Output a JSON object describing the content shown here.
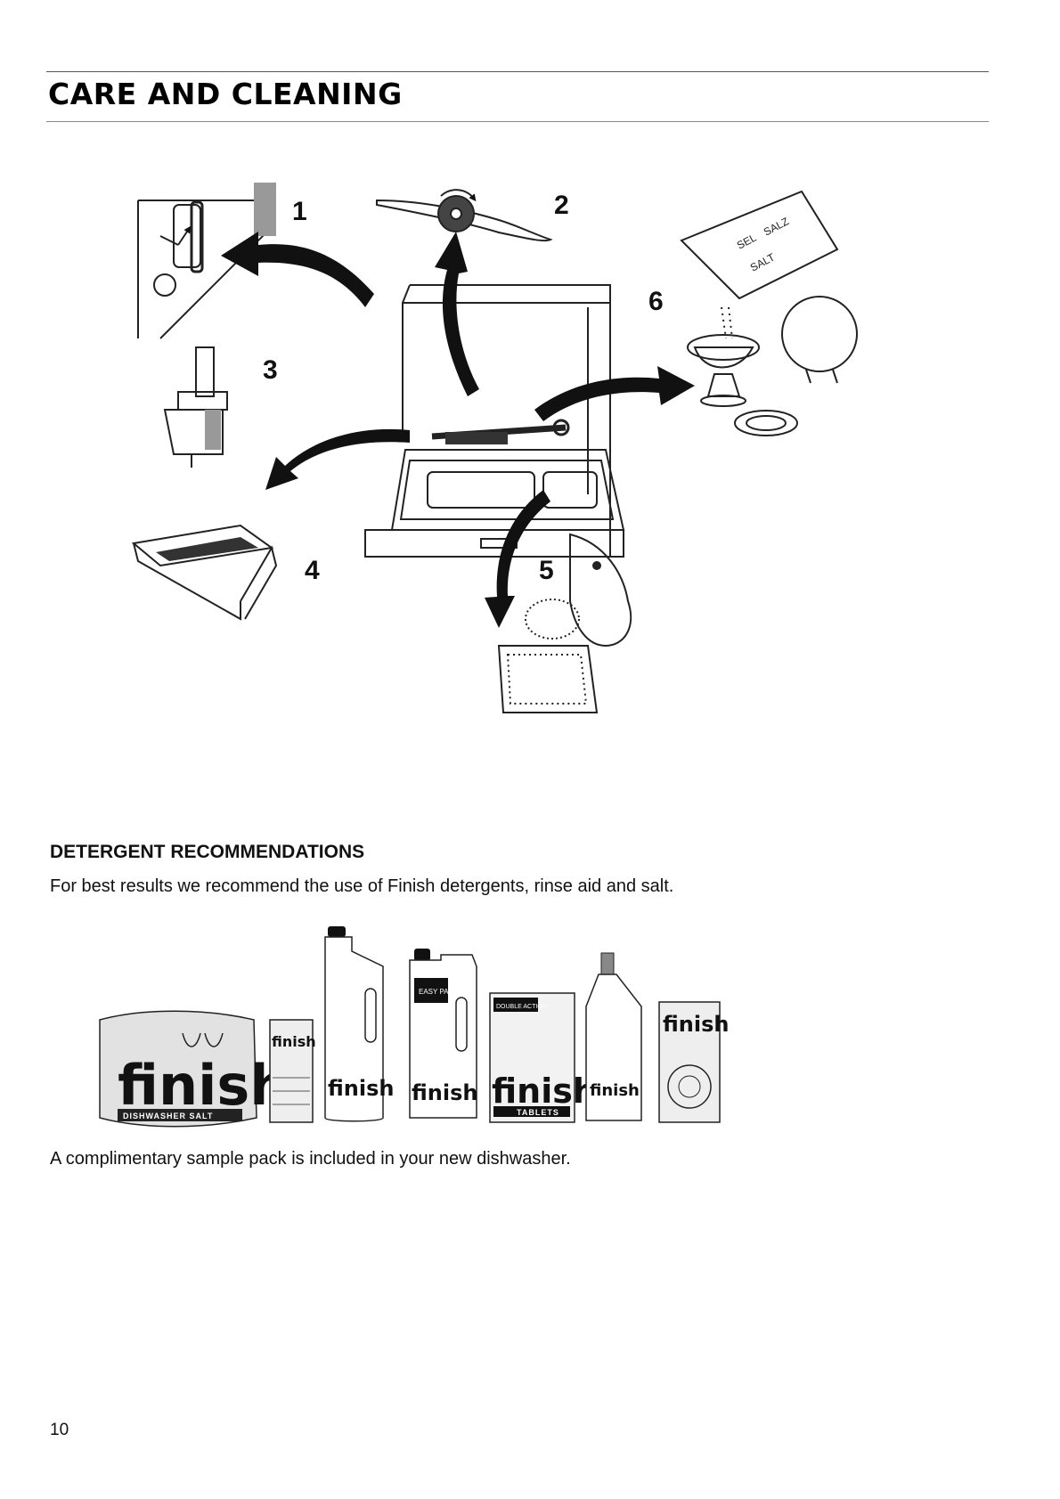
{
  "header": {
    "title": "CARE AND CLEANING"
  },
  "figure": {
    "step_labels": [
      "1",
      "2",
      "3",
      "4",
      "5",
      "6"
    ],
    "salt_pack_labels": [
      "SALZ",
      "SEL",
      "SALT"
    ]
  },
  "detergent": {
    "heading": "DETERGENT RECOMMENDATIONS",
    "intro": "For best results we recommend the use of Finish detergents, rinse aid and salt.",
    "note": "A complimentary sample pack is included in your new dishwasher."
  },
  "products": {
    "brand": "finish",
    "salt_bag_label": "DISHWASHER SALT",
    "tablets_label": "TABLETS",
    "easy_pack_label": "EASY PACK",
    "double_action_label": "DOUBLE ACTION"
  },
  "footer": {
    "page_number": "10"
  }
}
